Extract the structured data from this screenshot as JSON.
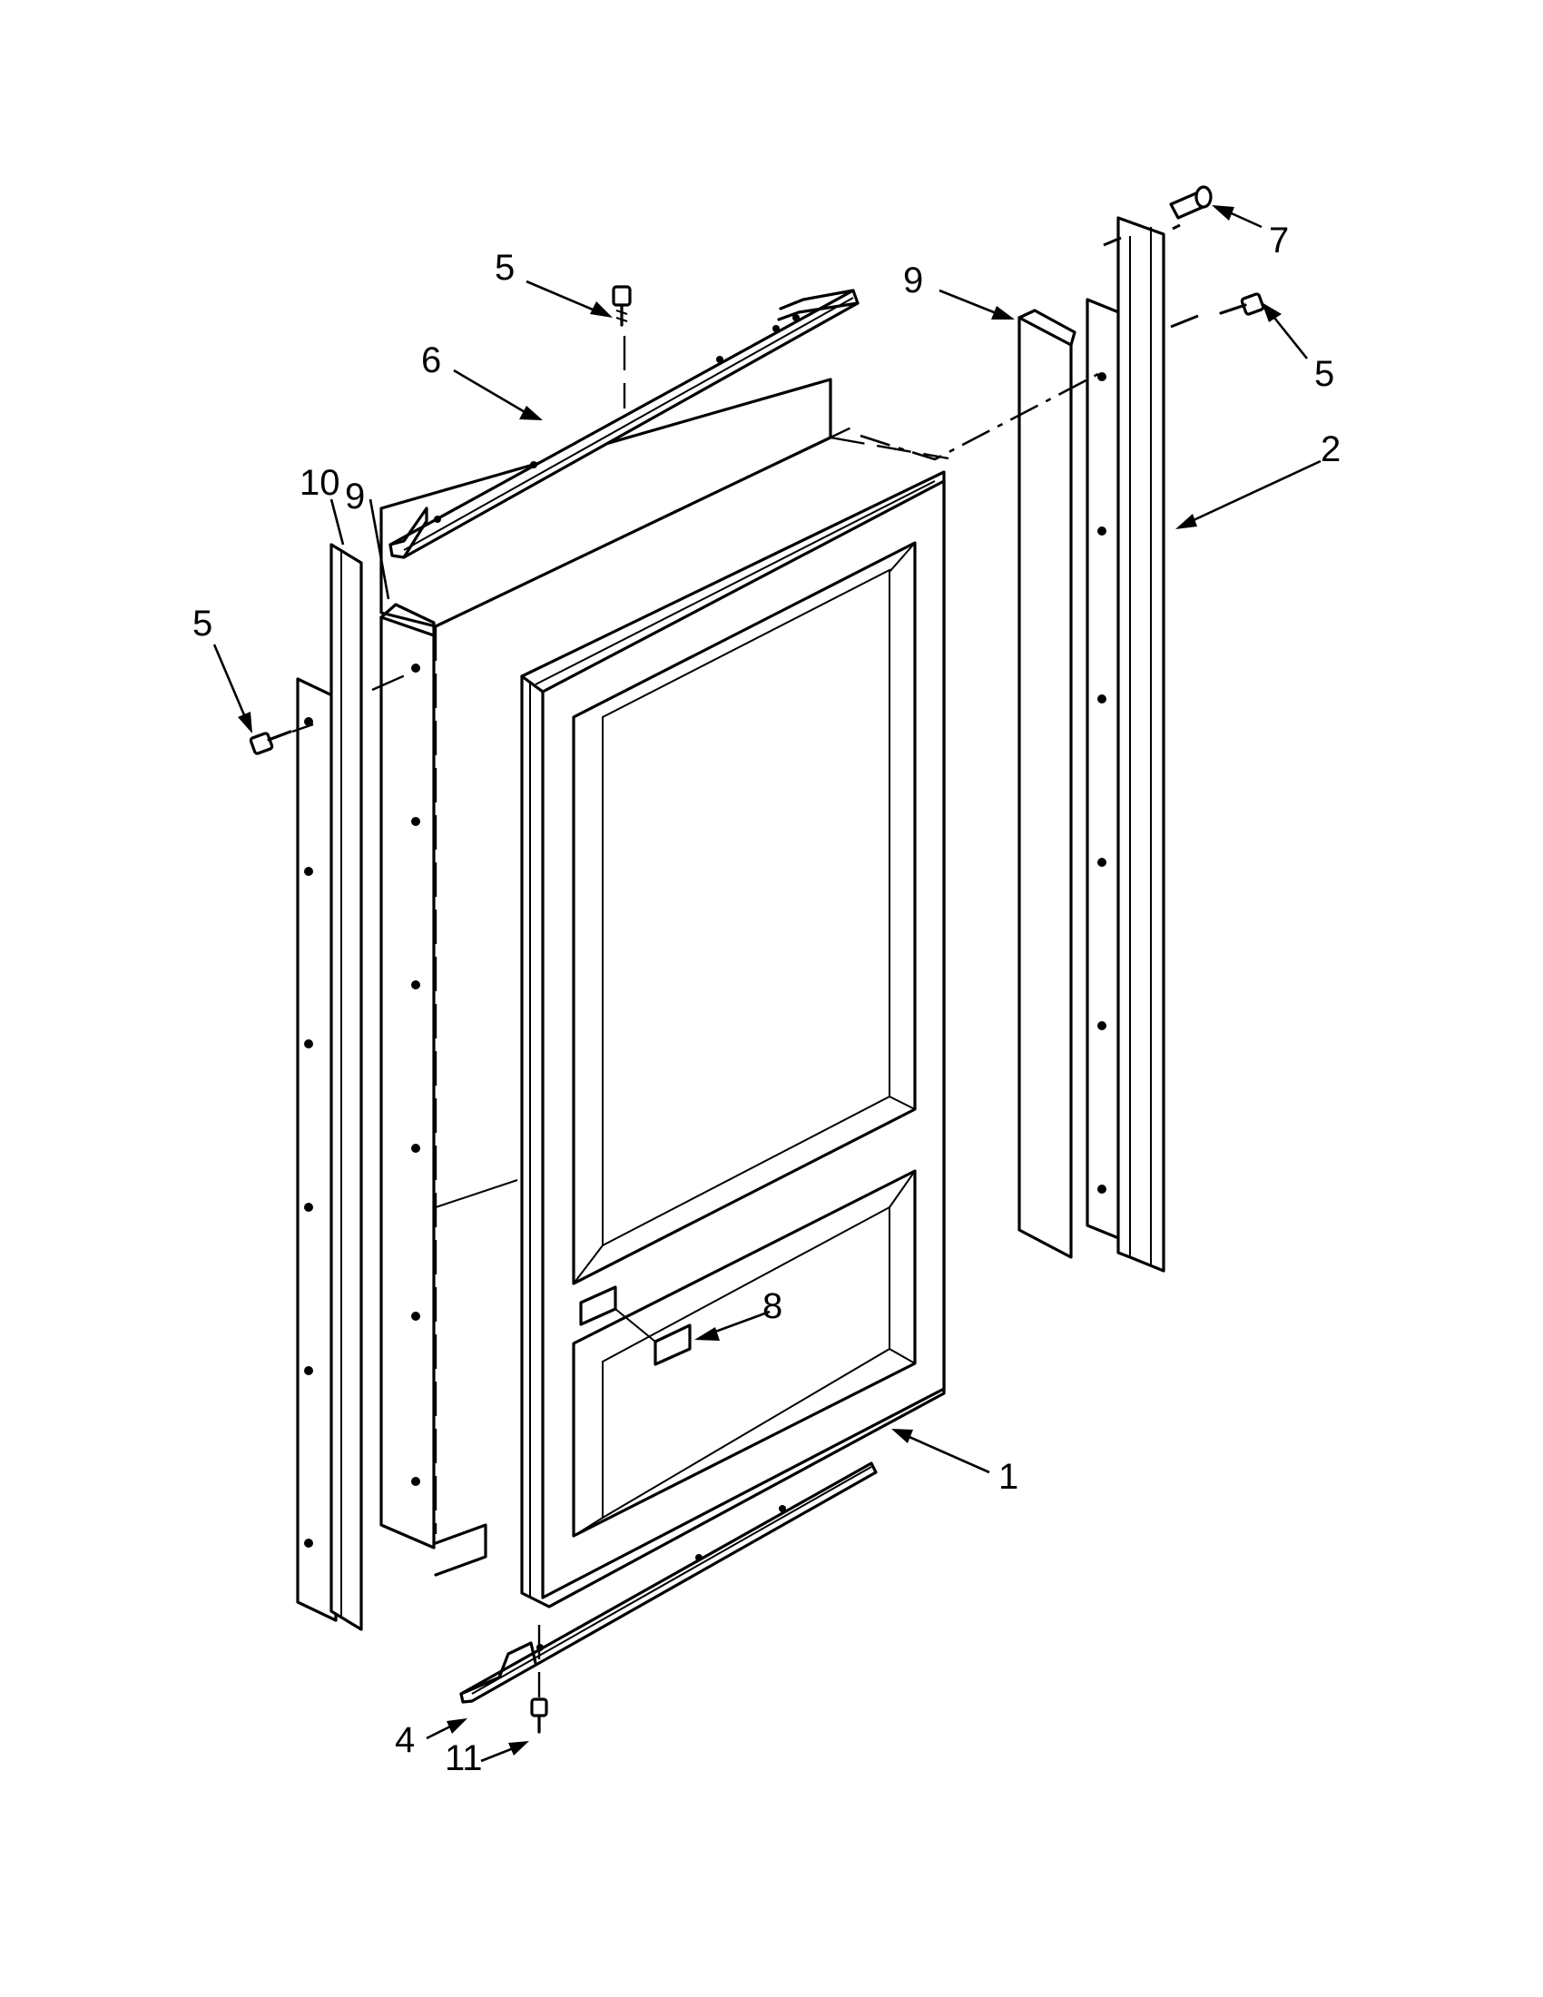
{
  "callouts": {
    "c1": "1",
    "c2": "2",
    "c4": "4",
    "c5a": "5",
    "c5b": "5",
    "c5c": "5",
    "c6": "6",
    "c7": "7",
    "c8": "8",
    "c9a": "9",
    "c9b": "9",
    "c10": "10",
    "c11": "11"
  }
}
